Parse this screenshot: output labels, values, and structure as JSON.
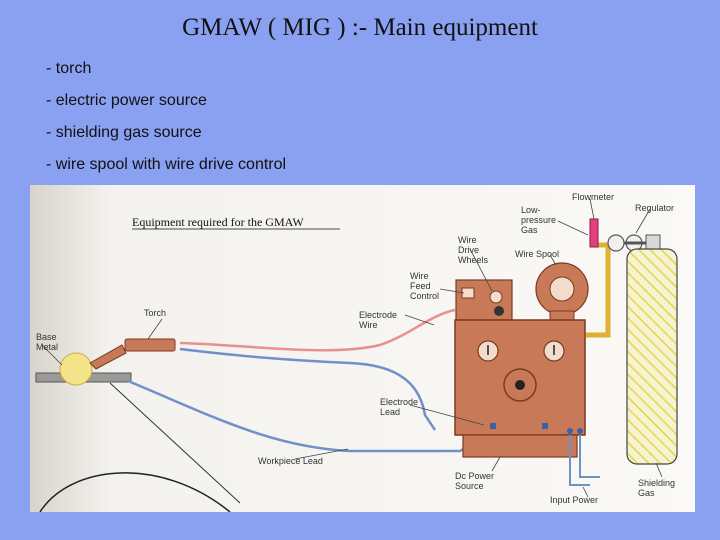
{
  "slide": {
    "title": "GMAW ( MIG ) :- Main equipment",
    "bullets": [
      "- torch",
      "- electric power source",
      "- shielding gas source",
      "- wire spool with wire drive control"
    ]
  },
  "figure": {
    "caption": "Equipment required for the GMAW",
    "labels": {
      "flowmeter": "Flowmeter",
      "regulator": "Regulator",
      "low_pressure_gas": [
        "Low-",
        "pressure",
        "Gas"
      ],
      "wire_drive_wheels": [
        "Wire",
        "Drive",
        "Wheels"
      ],
      "wire_spool": "Wire Spool",
      "wire_feed_control": [
        "Wire",
        "Feed",
        "Control"
      ],
      "torch": "Torch",
      "electrode_wire": [
        "Electrode",
        "Wire"
      ],
      "base_metal": [
        "Base",
        "Metal"
      ],
      "electrode_lead": [
        "Electrode",
        "Lead"
      ],
      "workpiece_lead": "Workpiece Lead",
      "dc_power_source": [
        "Dc Power",
        "Source"
      ],
      "input_power": "Input Power",
      "shielding_gas": [
        "Shielding",
        "Gas"
      ]
    },
    "colors": {
      "machine": "#c87a58",
      "machine_dark": "#7a3a20",
      "gas_hose": "#e0b030",
      "wire": "#e89090",
      "lead": "#7090c8",
      "cylinder_hatch": "#e8e060",
      "flowmeter": "#e04080"
    }
  }
}
